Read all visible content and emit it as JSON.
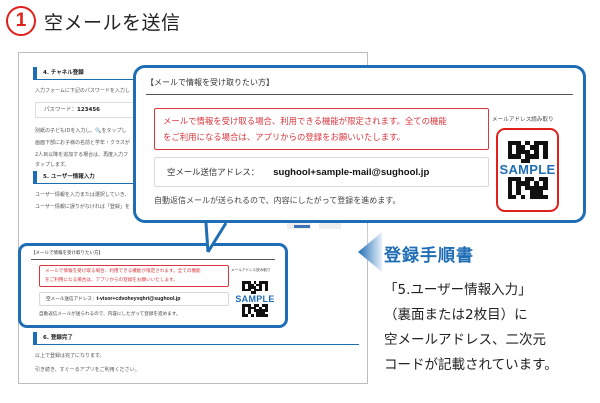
{
  "step": {
    "number": "1",
    "title": "空メールを送信"
  },
  "document": {
    "sections": [
      {
        "label": "4. チャネル登録"
      },
      {
        "label": "5. ユーザー情報入力"
      },
      {
        "label": "6. 登録完了"
      }
    ],
    "sec4_text": "入力フォームに下記のパスワードを入力し",
    "password_label": "パスワード：",
    "password_value": "123456",
    "sec4_lines": [
      "別紙の子どもIDを入力し、🔍をタップし",
      "画面下部にお子様の名前と学年・クラスが",
      "2人目以降を追加する場合は、再度入力フ",
      "タップします。"
    ],
    "sec5_lines": [
      "ユーザー情報を入力または選択していき、",
      "ユーザー情報に誤りがなければ「登録」を"
    ],
    "sec6_lines": [
      "以上で登録は完了になります。",
      "引き続き、すぐーるアプリをご利用ください。"
    ]
  },
  "callout_big": {
    "heading": "【メールで情報を受け取りたい方】",
    "warning_line1": "メールで情報を受け取る場合、利用できる機能が限定されます。全ての機能",
    "warning_line2": "をご利用になる場合は、アプリからの登録をお願いいたします。",
    "address_label": "空メール送信アドレス：",
    "address_value": "sughool+sample-mail@sughool.jp",
    "note": "自動返信メールが送られるので、内容にしたがって登録を進めます。",
    "qr_label": "メールアドレス読み取り",
    "qr_overlay": "SAMPLE"
  },
  "callout_small": {
    "heading": "【メールで情報を受け取りたい方】",
    "warning_line1": "メールで情報を受け取る場合、利用できる機能が限定されます。全ての機能",
    "warning_line2": "をご利用になる場合は、アプリからの登録をお願いいたします。",
    "address_label": "空メール送信アドレス：",
    "address_value": "t-visor+cdvoheyvqhri@sughool.jp",
    "note": "自動返信メールが送られるので、内容にしたがって登録を進めます。",
    "qr_label": "メールアドレス読み取り",
    "qr_overlay": "SAMPLE"
  },
  "guide": {
    "title": "登録手順書",
    "lines": [
      "「5.ユーザー情報入力」",
      "（裏面または2枚目）に",
      "空メールアドレス、二次元",
      "コードが記載されています。"
    ]
  },
  "colors": {
    "accent_blue": "#1f6eb5",
    "warning_red": "#d9363e",
    "step_red": "#e0201b"
  }
}
